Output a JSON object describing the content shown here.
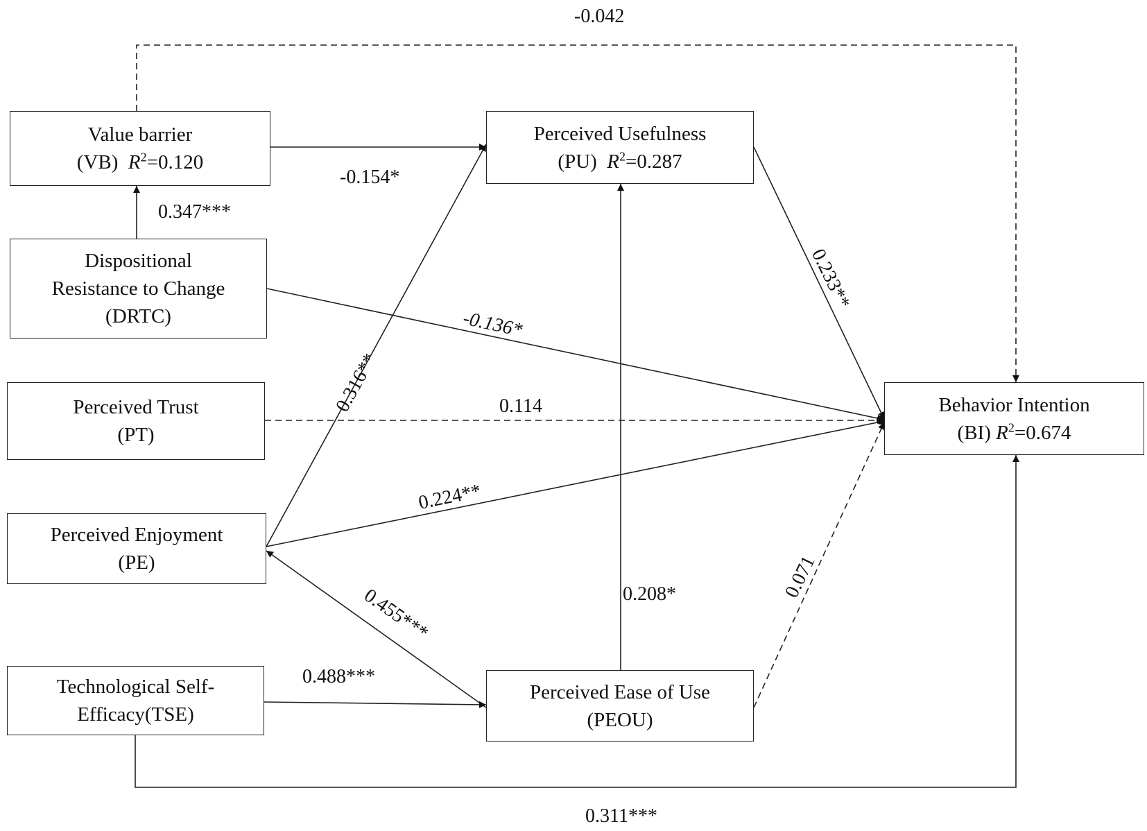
{
  "nodes": {
    "vb": {
      "line1": "Value  barrier",
      "abbr": "(VB)",
      "r2_symbol": "R",
      "r2_exp": "2",
      "r2_value": "=0.120"
    },
    "drtc": {
      "line1": "Dispositional",
      "line2": "Resistance to Change",
      "line3": "(DRTC)"
    },
    "pt": {
      "line1": "Perceived  Trust",
      "line2": "(PT)"
    },
    "pe": {
      "line1": "Perceived Enjoyment",
      "line2": "(PE)"
    },
    "tse": {
      "line1": "Technological  Self-",
      "line2": "Efficacy(TSE)"
    },
    "pu": {
      "line1": "Perceived Usefulness",
      "abbr": "(PU)",
      "r2_symbol": "R",
      "r2_exp": "2",
      "r2_value": "=0.287"
    },
    "peou": {
      "line1": "Perceived Ease of Use",
      "line2": "(PEOU)"
    },
    "bi": {
      "line1": "Behavior  Intention",
      "abbr": "(BI)",
      "r2_symbol": "R",
      "r2_exp": "2",
      "r2_value": "=0.674"
    }
  },
  "paths": {
    "vb_bi": "-0.042",
    "drtc_vb": "0.347***",
    "vb_pu": "-0.154*",
    "drtc_bi": "-0.136*",
    "pe_pu": "0.316**",
    "pt_bi": "0.114",
    "pe_bi": "0.224**",
    "pu_bi": "0.233**",
    "peou_pu": "0.208*",
    "peou_bi": "0.071",
    "peou_pe": "0.455***",
    "tse_peou": "0.488***",
    "tse_bi": "0.311***"
  },
  "colors": {
    "line": "#222222",
    "text": "#111111",
    "background": "#ffffff"
  }
}
